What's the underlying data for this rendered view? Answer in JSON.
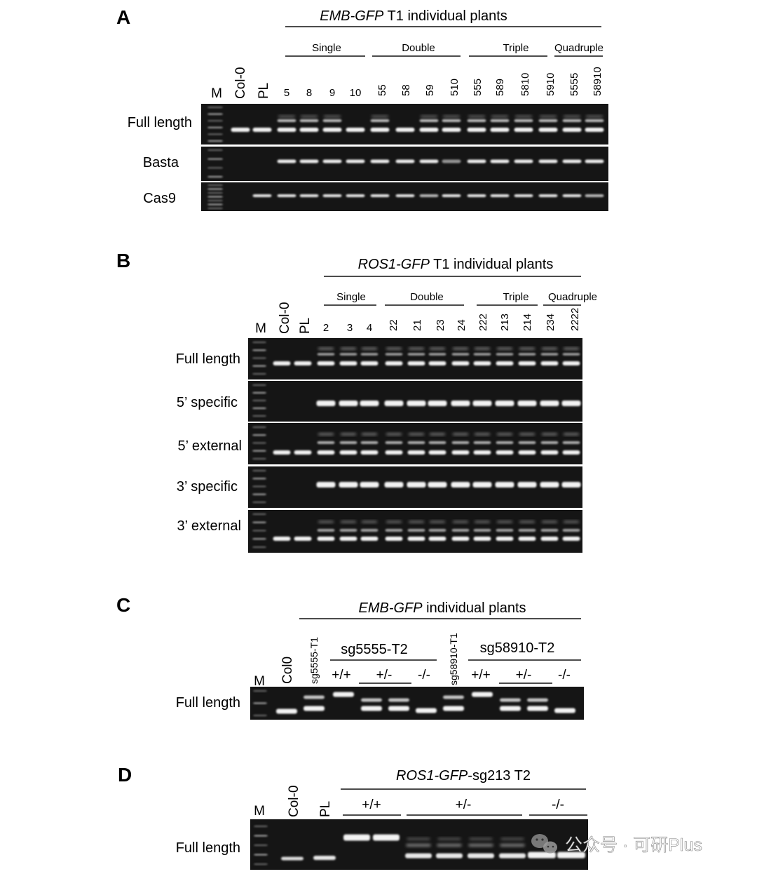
{
  "panels": {
    "A": {
      "letter": "A",
      "title_italic": "EMB-GFP",
      "title_rest": " T1 individual plants",
      "groups": [
        "Single",
        "Double",
        "Triple",
        "Quadruple"
      ],
      "lanes": [
        "M",
        "Col-0",
        "PL",
        "5",
        "8",
        "9",
        "10",
        "55",
        "58",
        "59",
        "510",
        "555",
        "589",
        "5810",
        "5910",
        "5555",
        "58910"
      ],
      "gels": [
        "Full length",
        "Basta",
        "Cas9"
      ]
    },
    "B": {
      "letter": "B",
      "title_italic": "ROS1-GFP",
      "title_rest": " T1 individual plants",
      "groups": [
        "Single",
        "Double",
        "Triple",
        "Quadruple"
      ],
      "lanes": [
        "M",
        "Col-0",
        "PL",
        "2",
        "3",
        "4",
        "22",
        "21",
        "23",
        "24",
        "222",
        "213",
        "214",
        "234",
        "2222"
      ],
      "gels": [
        "Full length",
        "5’ specific",
        "5’ external",
        "3’ specific",
        "3’ external"
      ]
    },
    "C": {
      "letter": "C",
      "title_italic": "EMB-GFP",
      "title_rest": " individual plants",
      "groups": [
        "sg5555-T2",
        "sg58910-T2"
      ],
      "lanes": [
        "M",
        "Col0",
        "sg5555-T1",
        "+/+",
        "+/-",
        "-/-",
        "sg58910-T1",
        "+/+",
        "+/-",
        "-/-"
      ],
      "gels": [
        "Full length"
      ]
    },
    "D": {
      "letter": "D",
      "title_italic": "ROS1-GFP",
      "title_rest": "-sg213 T2",
      "lanes": [
        "M",
        "Col-0",
        "PL",
        "+/+",
        "+/-",
        "-/-"
      ],
      "gels": [
        "Full length"
      ]
    }
  },
  "watermark": "公众号 · 可研Plus"
}
